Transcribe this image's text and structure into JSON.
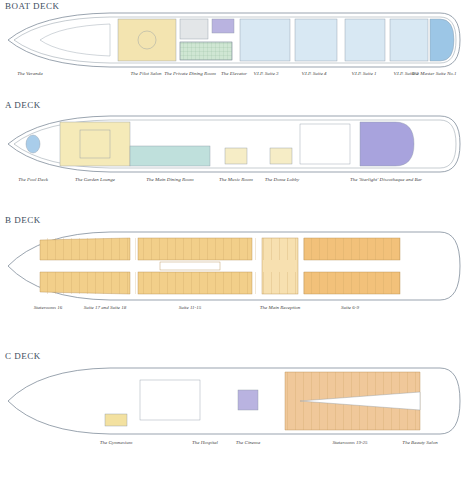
{
  "diagram": {
    "labels": [
      "BOAT DECK",
      "The Veranda",
      "The Pilot Salon",
      "The Private Dining Room",
      "The Elevator",
      "V.I.P. Suite 3",
      "V.I.P. Suite 4",
      "V.I.P. Suite 1",
      "V.I.P. Suite 2",
      "The Master Suite No.1",
      "A DECK",
      "The Pool Deck",
      "The Garden Lounge",
      "The Main Dining Room",
      "The Music Room",
      "The Dome Lobby",
      "The 'Starlight' Discotheque and Bar",
      "B DECK",
      "Staterooms 16",
      "Suite 17 and Suite 18",
      "Suite 11-15",
      "The Main Reception",
      "Suite 6-9",
      "C DECK",
      "The Gymnasium",
      "The Hospital",
      "The Cinema",
      "Staterooms 19-25",
      "The Beauty Salon"
    ]
  }
}
